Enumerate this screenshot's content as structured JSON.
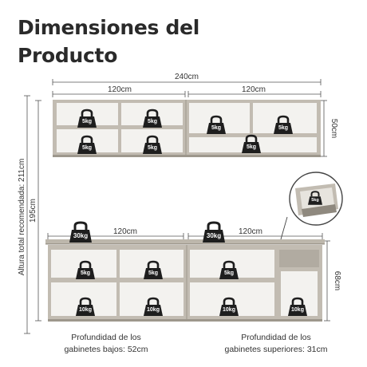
{
  "title": {
    "line1": "Dimensiones del",
    "line2": "Producto"
  },
  "dimensions": {
    "total_width": "240cm",
    "upper_half_left": "120cm",
    "upper_half_right": "120cm",
    "upper_height": "50cm",
    "lower_half_left": "120cm",
    "lower_half_right": "120cm",
    "lower_height": "68cm",
    "overall_height": "195cm",
    "recommended_height": "Altura total recomendada: 211cm"
  },
  "loads": {
    "shelf": "5kg",
    "floor": "10kg",
    "top": "30kg"
  },
  "notes": {
    "lower_depth_line1": "Profundidad de los",
    "lower_depth_line2": "gabinetes bajos: 52cm",
    "upper_depth_line1": "Profundidad de los",
    "upper_depth_line2": "gabinetes superiores: 31cm"
  },
  "colors": {
    "cabinet": "#c2bcb2",
    "cabinet_dark": "#9d978c",
    "interior": "#f3f2ef",
    "weight_icon": "#1e1e1e",
    "dimension_line": "#555555"
  }
}
